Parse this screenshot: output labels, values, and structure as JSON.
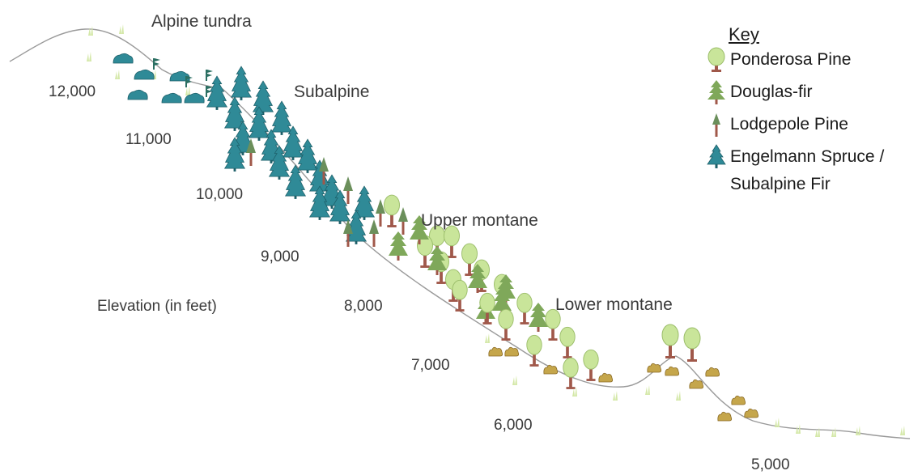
{
  "zones": {
    "alpine_tundra": "Alpine tundra",
    "subalpine": "Subalpine",
    "upper_montane": "Upper montane",
    "lower_montane": "Lower montane"
  },
  "elevations": [
    "12,000",
    "11,000",
    "10,000",
    "9,000",
    "8,000",
    "7,000",
    "6,000",
    "5,000"
  ],
  "axis_label": "Elevation (in feet)",
  "legend": {
    "title": "Key",
    "items": [
      {
        "label": "Ponderosa Pine",
        "icon": "ponderosa-pine-icon"
      },
      {
        "label": "Douglas-fir",
        "icon": "douglas-fir-icon"
      },
      {
        "label": "Lodgepole Pine",
        "icon": "lodgepole-pine-icon"
      },
      {
        "label": "Engelmann Spruce /",
        "label2": "Subalpine Fir",
        "icon": "engelmann-spruce-icon"
      }
    ]
  },
  "colors": {
    "ponderosa_canopy": "#c9e59a",
    "trunk": "#a0584a",
    "douglas_fir": "#7fa85a",
    "lodgepole": "#6b8f5b",
    "spruce": "#2f8a97",
    "shrub": "#c5a64b",
    "grass": "#d4e8a8",
    "ground_line": "#9a9a9a"
  }
}
